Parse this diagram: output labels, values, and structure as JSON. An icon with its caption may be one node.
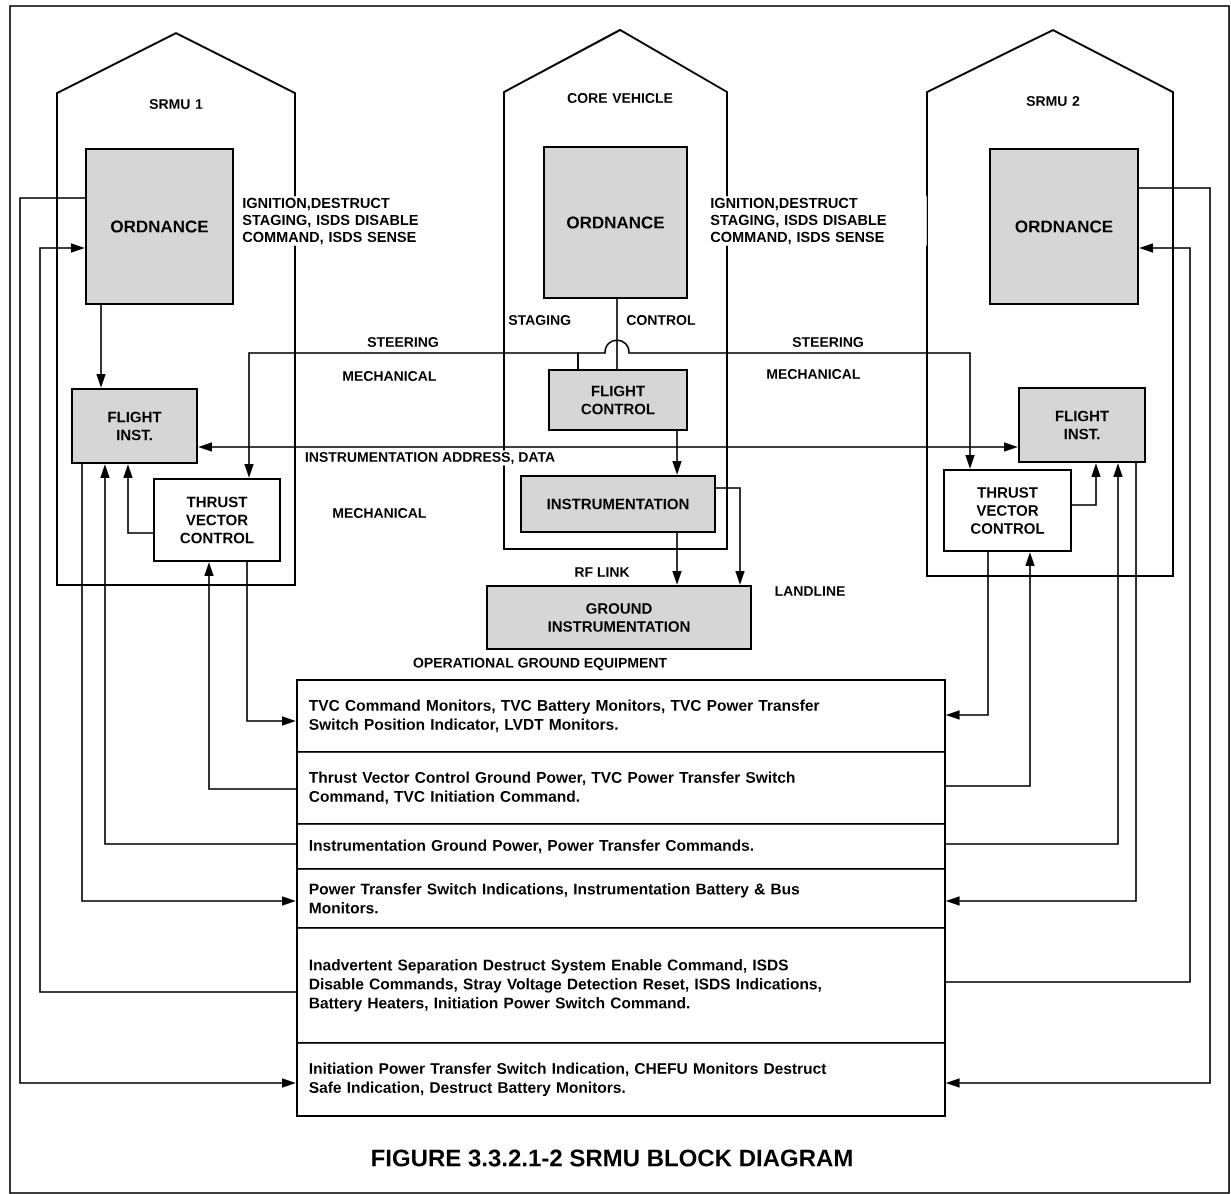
{
  "diagram": {
    "caption": "FIGURE 3.3.2.1-2 SRMU BLOCK DIAGRAM",
    "nodes": [
      {
        "text": [
          "SRMU 1"
        ]
      },
      {
        "text": [
          "ORDNANCE"
        ],
        "in": 0
      },
      {
        "text": [
          "FLIGHT INST."
        ],
        "in": 0
      },
      {
        "text": [
          "THRUST VECTOR CONTROL"
        ],
        "in": 0
      },
      {
        "text": [
          "CORE VEHICLE"
        ]
      },
      {
        "text": [
          "ORDNANCE"
        ],
        "in": 4
      },
      {
        "text": [
          "FLIGHT CONTROL"
        ],
        "in": 4
      },
      {
        "text": [
          "INSTRUMENTATION"
        ],
        "in": 4
      },
      {
        "text": [
          "SRMU 2"
        ]
      },
      {
        "text": [
          "ORDNANCE"
        ],
        "in": 8
      },
      {
        "text": [
          "FLIGHT INST."
        ],
        "in": 8
      },
      {
        "text": [
          "THRUST VECTOR CONTROL"
        ],
        "in": 8
      },
      {
        "text": [
          "GROUND INSTRUMENTATION"
        ]
      },
      {
        "text": [
          "OPERATIONAL GROUND EQUIPMENT"
        ]
      },
      {
        "text": [
          "TVC Command Monitors, TVC Battery Monitors, TVC Power Transfer Switch Position Indicator, LVDT Monitors."
        ],
        "in": 13
      },
      {
        "text": [
          "Thrust Vector Control Ground Power, TVC Power Transfer Switch Command, TVC Initiation Command."
        ],
        "in": 13
      },
      {
        "text": [
          "Instrumentation Ground Power, Power Transfer Commands."
        ],
        "in": 13
      },
      {
        "text": [
          "Power Transfer Switch Indications, Instrumentation Battery & Bus Monitors."
        ],
        "in": 13
      },
      {
        "text": [
          "Inadvertent Separation Destruct System Enable Command, ISDS Disable Commands, Stray Voltage Detection Reset, ISDS Indications, Battery Heaters, Initiation Power Switch Command."
        ],
        "in": 13
      },
      {
        "text": [
          "Initiation Power Transfer Switch Indication, CHEFU Monitors Destruct Safe Indication, Destruct Battery Monitors."
        ],
        "in": 13
      }
    ],
    "edges": [
      {
        "from": 1,
        "to": 2,
        "arrow": "to"
      },
      {
        "from": 1,
        "to": 19,
        "arrow": "to"
      },
      {
        "from": 18,
        "to": 1,
        "arrow": "to"
      },
      {
        "from": 2,
        "to": 17,
        "arrow": "to"
      },
      {
        "from": 16,
        "to": 2,
        "arrow": "to"
      },
      {
        "from": 3,
        "to": 2,
        "arrow": "to"
      },
      {
        "from": 15,
        "to": 3,
        "arrow": "to"
      },
      {
        "from": 3,
        "to": 14,
        "arrow": "to"
      },
      {
        "from": 6,
        "to": 3,
        "arrow": "to",
        "label": "STEERING"
      },
      {
        "from": 6,
        "to": 11,
        "arrow": "to",
        "label": "STEERING"
      },
      {
        "from": 5,
        "to": 6,
        "arrow": "none"
      },
      {
        "from": 6,
        "to": 7,
        "arrow": "to"
      },
      {
        "from": 7,
        "to": 12,
        "arrow": "to",
        "label": "RF LINK"
      },
      {
        "from": 7,
        "to": 12,
        "arrow": "to",
        "label": "LANDLINE"
      },
      {
        "from": 2,
        "to": 10,
        "arrow": "both",
        "label": "INSTRUMENTATION ADDRESS, DATA"
      },
      {
        "from": 9,
        "to": 19,
        "arrow": "to"
      },
      {
        "from": 18,
        "to": 9,
        "arrow": "to"
      },
      {
        "from": 10,
        "to": 17,
        "arrow": "to"
      },
      {
        "from": 16,
        "to": 10,
        "arrow": "to"
      },
      {
        "from": 11,
        "to": 10,
        "arrow": "to"
      },
      {
        "from": 15,
        "to": 11,
        "arrow": "to"
      },
      {
        "from": 11,
        "to": 14,
        "arrow": "to"
      }
    ],
    "labels": [
      "IGNITION,DESTRUCT STAGING, ISDS DISABLE COMMAND, ISDS SENSE",
      "IGNITION,DESTRUCT STAGING, ISDS DISABLE COMMAND, ISDS SENSE",
      "STAGING",
      "CONTROL",
      "MECHANICAL",
      "MECHANICAL",
      "MECHANICAL"
    ]
  }
}
